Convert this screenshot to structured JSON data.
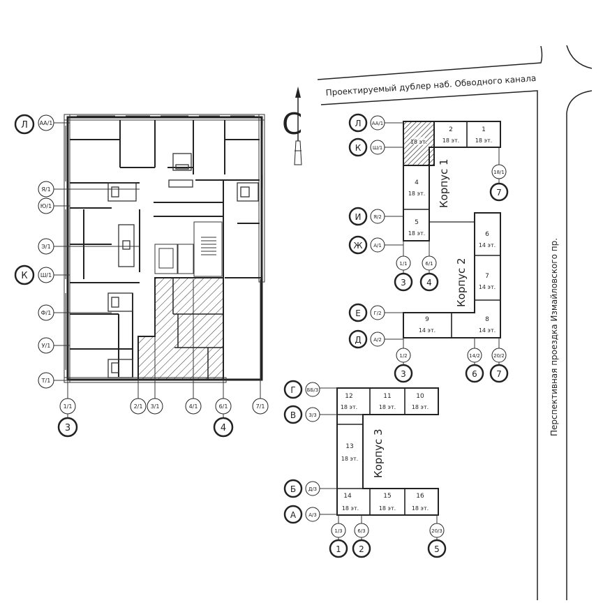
{
  "roads": {
    "top": "Проектируемый дублер наб. Обводного канала",
    "right": "Перспективная проездка Измайловского пр."
  },
  "floor_plan": {
    "left_axes": [
      {
        "letter": "Л",
        "code": "АА/1"
      },
      {
        "letter": "",
        "code": "Я/1"
      },
      {
        "letter": "",
        "code": "Ю/1"
      },
      {
        "letter": "",
        "code": "Э/1"
      },
      {
        "letter": "К",
        "code": "Ш/1"
      },
      {
        "letter": "",
        "code": "Ф/1"
      },
      {
        "letter": "",
        "code": "У/1"
      },
      {
        "letter": "",
        "code": "Т/1"
      }
    ],
    "bottom_axes": [
      {
        "code": "1/1",
        "number": "3"
      },
      {
        "code": "2/1",
        "number": ""
      },
      {
        "code": "3/1",
        "number": ""
      },
      {
        "code": "4/1",
        "number": ""
      },
      {
        "code": "6/1",
        "number": "4"
      },
      {
        "code": "7/1",
        "number": ""
      }
    ]
  },
  "site": {
    "north_label": "С",
    "korpus1": {
      "label": "Корпус 1",
      "sections": [
        {
          "num": "",
          "floors": "18 эт."
        },
        {
          "num": "2",
          "floors": "18 эт."
        },
        {
          "num": "1",
          "floors": "18 эт."
        },
        {
          "num": "4",
          "floors": "18 эт."
        },
        {
          "num": "5",
          "floors": "18 эт."
        }
      ],
      "left_axes": [
        {
          "letter": "Л",
          "code": "АА/1"
        },
        {
          "letter": "К",
          "code": "Ш/1"
        },
        {
          "letter": "И",
          "code": "Я/2"
        },
        {
          "letter": "Ж",
          "code": "А/1"
        }
      ],
      "right_axis": {
        "code": "18/1",
        "number": "7"
      },
      "bottom_axes": [
        {
          "code": "1/1",
          "number": "3"
        },
        {
          "code": "6/1",
          "number": "4"
        }
      ]
    },
    "korpus2": {
      "label": "Корпус 2",
      "sections": [
        {
          "num": "6",
          "floors": "14 эт."
        },
        {
          "num": "7",
          "floors": "14 эт."
        },
        {
          "num": "8",
          "floors": "14 эт."
        },
        {
          "num": "9",
          "floors": "14 эт."
        }
      ],
      "left_axes": [
        {
          "letter": "Е",
          "code": "Г/2"
        },
        {
          "letter": "Д",
          "code": "А/2"
        }
      ],
      "bottom_axes": [
        {
          "code": "1/2",
          "number": "3"
        },
        {
          "code": "14/2",
          "number": "6"
        },
        {
          "code": "20/2",
          "number": "7"
        }
      ]
    },
    "korpus3": {
      "label": "Корпус 3",
      "sections": [
        {
          "num": "12",
          "floors": "18 эт."
        },
        {
          "num": "11",
          "floors": "18 эт."
        },
        {
          "num": "10",
          "floors": "18 эт."
        },
        {
          "num": "13",
          "floors": "18 эт."
        },
        {
          "num": "14",
          "floors": "18 эт."
        },
        {
          "num": "15",
          "floors": "18 эт."
        },
        {
          "num": "16",
          "floors": "18 эт."
        }
      ],
      "left_axes": [
        {
          "letter": "Г",
          "code": "ББ/3"
        },
        {
          "letter": "В",
          "code": "З/3"
        },
        {
          "letter": "Б",
          "code": "Д/3"
        },
        {
          "letter": "А",
          "code": "А/3"
        }
      ],
      "bottom_axes": [
        {
          "code": "1/3",
          "number": "1"
        },
        {
          "code": "6/3",
          "number": "2"
        },
        {
          "code": "20/3",
          "number": "5"
        }
      ]
    }
  }
}
